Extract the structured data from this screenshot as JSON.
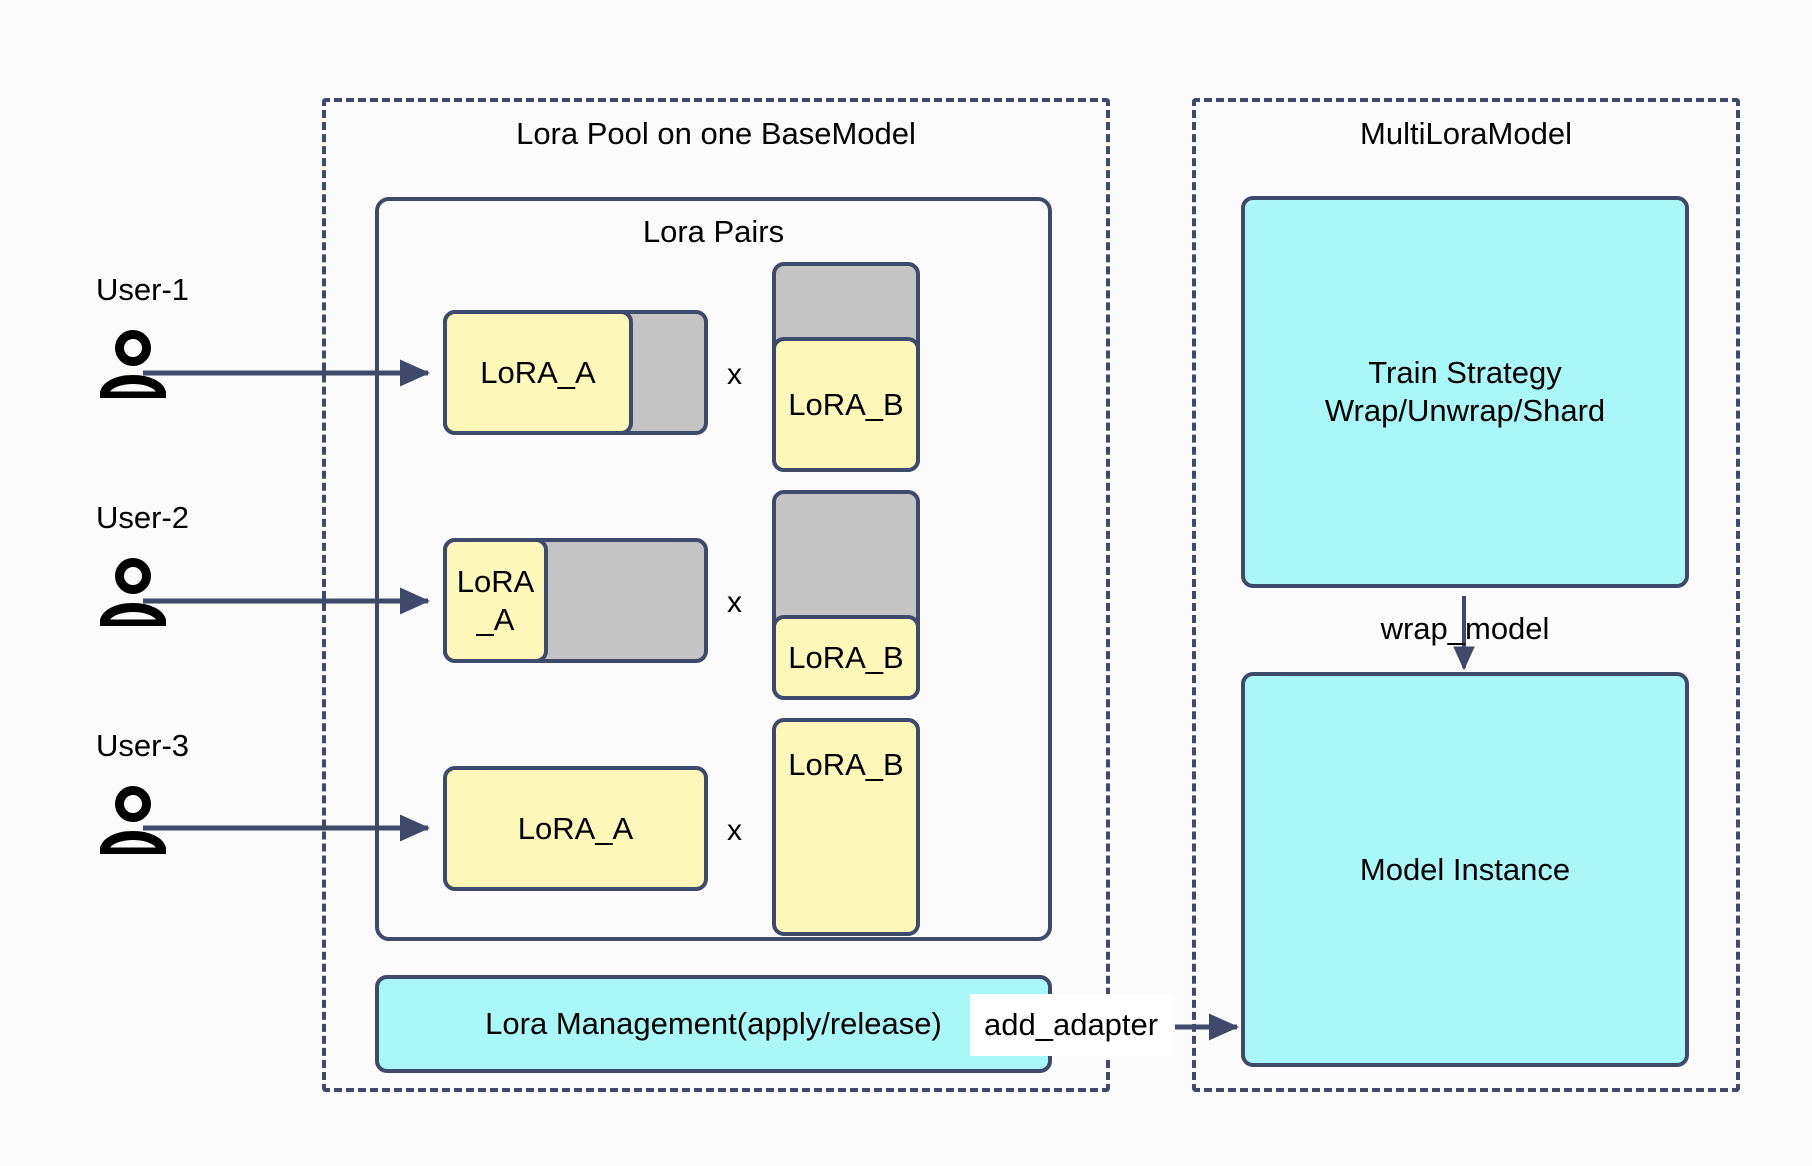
{
  "diagram": {
    "title": "Lora Pool / MultiLoraModel architecture",
    "colors": {
      "stroke": "#3f4a6b",
      "yellow": "#fcf8ba",
      "gray": "#c4c4c4",
      "cyan": "#aaf7f9",
      "background": "#fbfbfb",
      "text": "#000000"
    }
  },
  "left_group": {
    "title": "Lora Pool on one BaseModel",
    "inner_group": {
      "title": "Lora Pairs",
      "multiply_symbol": "x",
      "pairs": [
        {
          "lora_a_label": "LoRA_A",
          "lora_b_label": "LoRA_B"
        },
        {
          "lora_a_label": "LoRA\n_A",
          "lora_b_label": "LoRA_B"
        },
        {
          "lora_a_label": "LoRA_A",
          "lora_b_label": "LoRA_B"
        }
      ]
    },
    "management_bar": {
      "label": "Lora Management(apply/release)"
    }
  },
  "right_group": {
    "title": "MultiLoraModel",
    "train_strategy": {
      "line1": "Train Strategy",
      "line2": "Wrap/Unwrap/Shard"
    },
    "wrap_model_label": "wrap_model",
    "model_instance": {
      "label": "Model Instance"
    }
  },
  "users": [
    {
      "label": "User-1",
      "icon": "user-icon"
    },
    {
      "label": "User-2",
      "icon": "user-icon"
    },
    {
      "label": "User-3",
      "icon": "user-icon"
    }
  ],
  "connectors": {
    "add_adapter_label": "add_adapter"
  }
}
